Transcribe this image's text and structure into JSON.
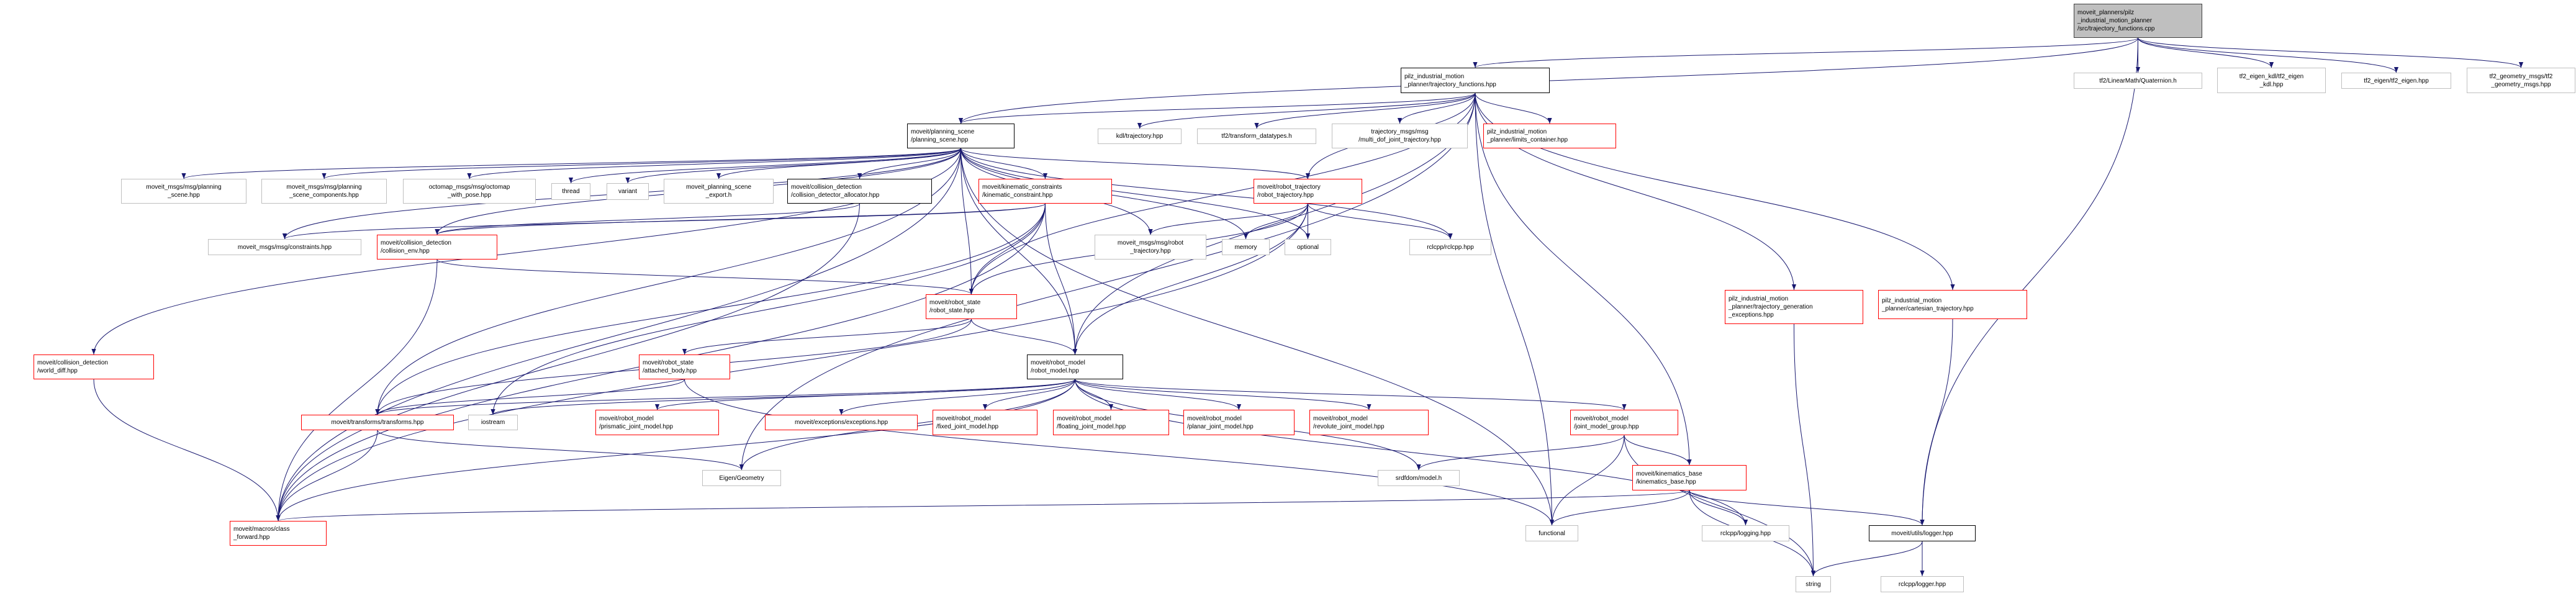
{
  "colors": {
    "edge": "#191970",
    "external_border": "#bfbfbf",
    "truncated_border": "#ff0000",
    "document_border": "#000000",
    "root_fill": "#bfbfbf"
  },
  "nodes": [
    {
      "id": "cpp",
      "label": "moveit_planners/pilz\n_industrial_motion_planner\n/src/trajectory_functions.cpp",
      "kind": "root"
    },
    {
      "id": "tfh",
      "label": "pilz_industrial_motion\n_planner/trajectory_functions.hpp",
      "kind": "doc"
    },
    {
      "id": "quat",
      "label": "tf2/LinearMath/Quaternion.h",
      "kind": "ext"
    },
    {
      "id": "eigkdl",
      "label": "tf2_eigen_kdl/tf2_eigen\n_kdl.hpp",
      "kind": "ext"
    },
    {
      "id": "eig",
      "label": "tf2_eigen/tf2_eigen.hpp",
      "kind": "ext"
    },
    {
      "id": "geom",
      "label": "tf2_geometry_msgs/tf2\n_geometry_msgs.hpp",
      "kind": "ext"
    },
    {
      "id": "ps",
      "label": "moveit/planning_scene\n/planning_scene.hpp",
      "kind": "doc"
    },
    {
      "id": "kdl",
      "label": "kdl/trajectory.hpp",
      "kind": "ext"
    },
    {
      "id": "tfdt",
      "label": "tf2/transform_datatypes.h",
      "kind": "ext"
    },
    {
      "id": "mdof",
      "label": "trajectory_msgs/msg\n/multi_dof_joint_trajectory.hpp",
      "kind": "ext"
    },
    {
      "id": "limits",
      "label": "pilz_industrial_motion\n_planner/limits_container.hpp",
      "kind": "trunc"
    },
    {
      "id": "psmsg",
      "label": "moveit_msgs/msg/planning\n_scene.hpp",
      "kind": "ext"
    },
    {
      "id": "pscomp",
      "label": "moveit_msgs/msg/planning\n_scene_components.hpp",
      "kind": "ext"
    },
    {
      "id": "octo",
      "label": "octomap_msgs/msg/octomap\n_with_pose.hpp",
      "kind": "ext"
    },
    {
      "id": "thread",
      "label": "thread",
      "kind": "ext"
    },
    {
      "id": "variant",
      "label": "variant",
      "kind": "ext"
    },
    {
      "id": "export",
      "label": "moveit_planning_scene\n_export.h",
      "kind": "ext"
    },
    {
      "id": "alloc",
      "label": "moveit/collision_detection\n/collision_detector_allocator.hpp",
      "kind": "doc"
    },
    {
      "id": "kc",
      "label": "moveit/kinematic_constraints\n/kinematic_constraint.hpp",
      "kind": "trunc"
    },
    {
      "id": "rt",
      "label": "moveit/robot_trajectory\n/robot_trajectory.hpp",
      "kind": "trunc"
    },
    {
      "id": "cons",
      "label": "moveit_msgs/msg/constraints.hpp",
      "kind": "ext"
    },
    {
      "id": "cenv",
      "label": "moveit/collision_detection\n/collision_env.hpp",
      "kind": "trunc"
    },
    {
      "id": "rtmsg",
      "label": "moveit_msgs/msg/robot\n_trajectory.hpp",
      "kind": "ext"
    },
    {
      "id": "memory",
      "label": "memory",
      "kind": "ext"
    },
    {
      "id": "optional",
      "label": "optional",
      "kind": "ext"
    },
    {
      "id": "rclcpp",
      "label": "rclcpp/rclcpp.hpp",
      "kind": "ext"
    },
    {
      "id": "tge",
      "label": "pilz_industrial_motion\n_planner/trajectory_generation\n_exceptions.hpp",
      "kind": "trunc"
    },
    {
      "id": "cart",
      "label": "pilz_industrial_motion\n_planner/cartesian_trajectory.hpp",
      "kind": "trunc"
    },
    {
      "id": "rs",
      "label": "moveit/robot_state\n/robot_state.hpp",
      "kind": "trunc"
    },
    {
      "id": "wd",
      "label": "moveit/collision_detection\n/world_diff.hpp",
      "kind": "trunc"
    },
    {
      "id": "ab",
      "label": "moveit/robot_state\n/attached_body.hpp",
      "kind": "trunc"
    },
    {
      "id": "rm",
      "label": "moveit/robot_model\n/robot_model.hpp",
      "kind": "doc"
    },
    {
      "id": "tr",
      "label": "moveit/transforms/transforms.hpp",
      "kind": "trunc"
    },
    {
      "id": "ios",
      "label": "iostream",
      "kind": "ext"
    },
    {
      "id": "pris",
      "label": "moveit/robot_model\n/prismatic_joint_model.hpp",
      "kind": "trunc"
    },
    {
      "id": "exc",
      "label": "moveit/exceptions/exceptions.hpp",
      "kind": "trunc"
    },
    {
      "id": "fixed",
      "label": "moveit/robot_model\n/fixed_joint_model.hpp",
      "kind": "trunc"
    },
    {
      "id": "float",
      "label": "moveit/robot_model\n/floating_joint_model.hpp",
      "kind": "trunc"
    },
    {
      "id": "planar",
      "label": "moveit/robot_model\n/planar_joint_model.hpp",
      "kind": "trunc"
    },
    {
      "id": "rev",
      "label": "moveit/robot_model\n/revolute_joint_model.hpp",
      "kind": "trunc"
    },
    {
      "id": "jmg",
      "label": "moveit/robot_model\n/joint_model_group.hpp",
      "kind": "trunc"
    },
    {
      "id": "eigen",
      "label": "Eigen/Geometry",
      "kind": "ext"
    },
    {
      "id": "srdf",
      "label": "srdfdom/model.h",
      "kind": "ext"
    },
    {
      "id": "kb",
      "label": "moveit/kinematics_base\n/kinematics_base.hpp",
      "kind": "trunc"
    },
    {
      "id": "cf",
      "label": "moveit/macros/class\n_forward.hpp",
      "kind": "trunc"
    },
    {
      "id": "func",
      "label": "functional",
      "kind": "ext"
    },
    {
      "id": "rlog",
      "label": "rclcpp/logging.hpp",
      "kind": "ext"
    },
    {
      "id": "logger",
      "label": "moveit/utils/logger.hpp",
      "kind": "doc"
    },
    {
      "id": "string",
      "label": "string",
      "kind": "ext"
    },
    {
      "id": "rlogger",
      "label": "rclcpp/logger.hpp",
      "kind": "ext"
    }
  ],
  "edges": [
    [
      "cpp",
      "tfh"
    ],
    [
      "cpp",
      "ps"
    ],
    [
      "cpp",
      "quat"
    ],
    [
      "cpp",
      "eigkdl"
    ],
    [
      "cpp",
      "eig"
    ],
    [
      "cpp",
      "geom"
    ],
    [
      "cpp",
      "logger"
    ],
    [
      "tfh",
      "ps"
    ],
    [
      "tfh",
      "kdl"
    ],
    [
      "tfh",
      "tfdt"
    ],
    [
      "tfh",
      "mdof"
    ],
    [
      "tfh",
      "limits"
    ],
    [
      "tfh",
      "tge"
    ],
    [
      "tfh",
      "cart"
    ],
    [
      "tfh",
      "rm"
    ],
    [
      "tfh",
      "rs"
    ],
    [
      "tfh",
      "rt"
    ],
    [
      "tfh",
      "eigen"
    ],
    [
      "tfh",
      "func"
    ],
    [
      "tfh",
      "kb"
    ],
    [
      "ps",
      "psmsg"
    ],
    [
      "ps",
      "pscomp"
    ],
    [
      "ps",
      "octo"
    ],
    [
      "ps",
      "thread"
    ],
    [
      "ps",
      "variant"
    ],
    [
      "ps",
      "export"
    ],
    [
      "ps",
      "alloc"
    ],
    [
      "ps",
      "kc"
    ],
    [
      "ps",
      "rt"
    ],
    [
      "ps",
      "cons"
    ],
    [
      "ps",
      "cenv"
    ],
    [
      "ps",
      "rs"
    ],
    [
      "ps",
      "rm"
    ],
    [
      "ps",
      "memory"
    ],
    [
      "ps",
      "optional"
    ],
    [
      "ps",
      "rclcpp"
    ],
    [
      "ps",
      "rtmsg"
    ],
    [
      "ps",
      "wd"
    ],
    [
      "ps",
      "tr"
    ],
    [
      "ps",
      "cf"
    ],
    [
      "ps",
      "func"
    ],
    [
      "kc",
      "rs"
    ],
    [
      "kc",
      "rm"
    ],
    [
      "kc",
      "cenv"
    ],
    [
      "kc",
      "tr"
    ],
    [
      "kc",
      "cf"
    ],
    [
      "kc",
      "cons"
    ],
    [
      "kc",
      "ios"
    ],
    [
      "rt",
      "rtmsg"
    ],
    [
      "rt",
      "memory"
    ],
    [
      "rt",
      "optional"
    ],
    [
      "rt",
      "rclcpp"
    ],
    [
      "rt",
      "rs"
    ],
    [
      "rt",
      "rm"
    ],
    [
      "rt",
      "cf"
    ],
    [
      "alloc",
      "cenv"
    ],
    [
      "alloc",
      "cf"
    ],
    [
      "cenv",
      "rs"
    ],
    [
      "cenv",
      "cf"
    ],
    [
      "wd",
      "cf"
    ],
    [
      "rs",
      "rm"
    ],
    [
      "rs",
      "ab"
    ],
    [
      "rs",
      "tr"
    ],
    [
      "ab",
      "tr"
    ],
    [
      "ab",
      "func"
    ],
    [
      "rm",
      "pris"
    ],
    [
      "rm",
      "exc"
    ],
    [
      "rm",
      "fixed"
    ],
    [
      "rm",
      "float"
    ],
    [
      "rm",
      "planar"
    ],
    [
      "rm",
      "rev"
    ],
    [
      "rm",
      "jmg"
    ],
    [
      "rm",
      "srdf"
    ],
    [
      "rm",
      "eigen"
    ],
    [
      "rm",
      "cf"
    ],
    [
      "rm",
      "tr"
    ],
    [
      "rm",
      "ios"
    ],
    [
      "rm",
      "rlog"
    ],
    [
      "tr",
      "cf"
    ],
    [
      "tr",
      "eigen"
    ],
    [
      "jmg",
      "kb"
    ],
    [
      "jmg",
      "srdf"
    ],
    [
      "jmg",
      "func"
    ],
    [
      "jmg",
      "string"
    ],
    [
      "kb",
      "cf"
    ],
    [
      "kb",
      "func"
    ],
    [
      "kb",
      "rlog"
    ],
    [
      "kb",
      "string"
    ],
    [
      "kb",
      "logger"
    ],
    [
      "tge",
      "string"
    ],
    [
      "cart",
      "logger"
    ],
    [
      "logger",
      "string"
    ],
    [
      "logger",
      "rlogger"
    ]
  ]
}
